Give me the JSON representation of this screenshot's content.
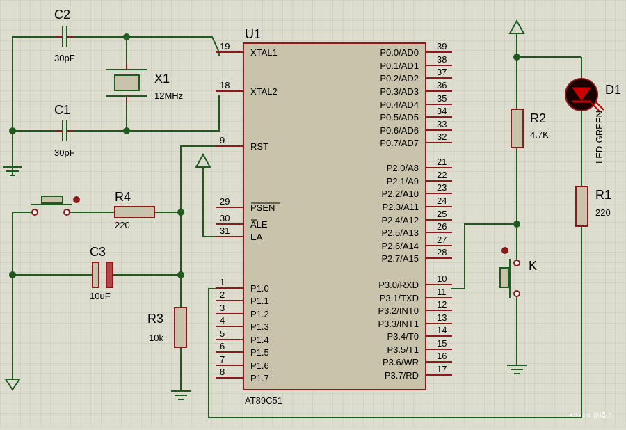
{
  "schematic": {
    "chip": {
      "ref": "U1",
      "part": "AT89C51",
      "left_pins": [
        {
          "num": "19",
          "name": "XTAL1"
        },
        {
          "num": "18",
          "name": "XTAL2"
        },
        {
          "num": "9",
          "name": "RST"
        },
        {
          "num": "29",
          "name": "PSEN"
        },
        {
          "num": "30",
          "name": "ALE"
        },
        {
          "num": "31",
          "name": "EA"
        },
        {
          "num": "1",
          "name": "P1.0"
        },
        {
          "num": "2",
          "name": "P1.1"
        },
        {
          "num": "3",
          "name": "P1.2"
        },
        {
          "num": "4",
          "name": "P1.3"
        },
        {
          "num": "5",
          "name": "P1.4"
        },
        {
          "num": "6",
          "name": "P1.5"
        },
        {
          "num": "7",
          "name": "P1.6"
        },
        {
          "num": "8",
          "name": "P1.7"
        }
      ],
      "right_pins": [
        {
          "num": "39",
          "name": "P0.0/AD0"
        },
        {
          "num": "38",
          "name": "P0.1/AD1"
        },
        {
          "num": "37",
          "name": "P0.2/AD2"
        },
        {
          "num": "36",
          "name": "P0.3/AD3"
        },
        {
          "num": "35",
          "name": "P0.4/AD4"
        },
        {
          "num": "34",
          "name": "P0.5/AD5"
        },
        {
          "num": "33",
          "name": "P0.6/AD6"
        },
        {
          "num": "32",
          "name": "P0.7/AD7"
        },
        {
          "num": "21",
          "name": "P2.0/A8"
        },
        {
          "num": "22",
          "name": "P2.1/A9"
        },
        {
          "num": "23",
          "name": "P2.2/A10"
        },
        {
          "num": "24",
          "name": "P2.3/A11"
        },
        {
          "num": "25",
          "name": "P2.4/A12"
        },
        {
          "num": "26",
          "name": "P2.5/A13"
        },
        {
          "num": "27",
          "name": "P2.6/A14"
        },
        {
          "num": "28",
          "name": "P2.7/A15"
        },
        {
          "num": "10",
          "name": "P3.0/RXD"
        },
        {
          "num": "11",
          "name": "P3.1/TXD"
        },
        {
          "num": "12",
          "name": "P3.2/INT0"
        },
        {
          "num": "13",
          "name": "P3.3/INT1"
        },
        {
          "num": "14",
          "name": "P3.4/T0"
        },
        {
          "num": "15",
          "name": "P3.5/T1"
        },
        {
          "num": "16",
          "name": "P3.6/WR"
        },
        {
          "num": "17",
          "name": "P3.7/RD"
        }
      ]
    },
    "components": {
      "c2": {
        "ref": "C2",
        "value": "30pF"
      },
      "c1": {
        "ref": "C1",
        "value": "30pF"
      },
      "x1": {
        "ref": "X1",
        "value": "12MHz"
      },
      "r4": {
        "ref": "R4",
        "value": "220"
      },
      "c3": {
        "ref": "C3",
        "value": "10uF"
      },
      "r3": {
        "ref": "R3",
        "value": "10k"
      },
      "r2": {
        "ref": "R2",
        "value": "4.7K"
      },
      "r1": {
        "ref": "R1",
        "value": "220"
      },
      "d1": {
        "ref": "D1",
        "value": "LED-GREEN"
      },
      "k": {
        "ref": "K"
      }
    },
    "watermark": "CSDN @追上"
  },
  "colors": {
    "background": "#dcdccf",
    "grid": "#c6c6b8",
    "wire": "#1f5a1f",
    "pin": "#8b1a1a",
    "chip_fill": "#c8c3aa",
    "component_fill": "#c8c3aa",
    "led_red": "#cc0000"
  }
}
